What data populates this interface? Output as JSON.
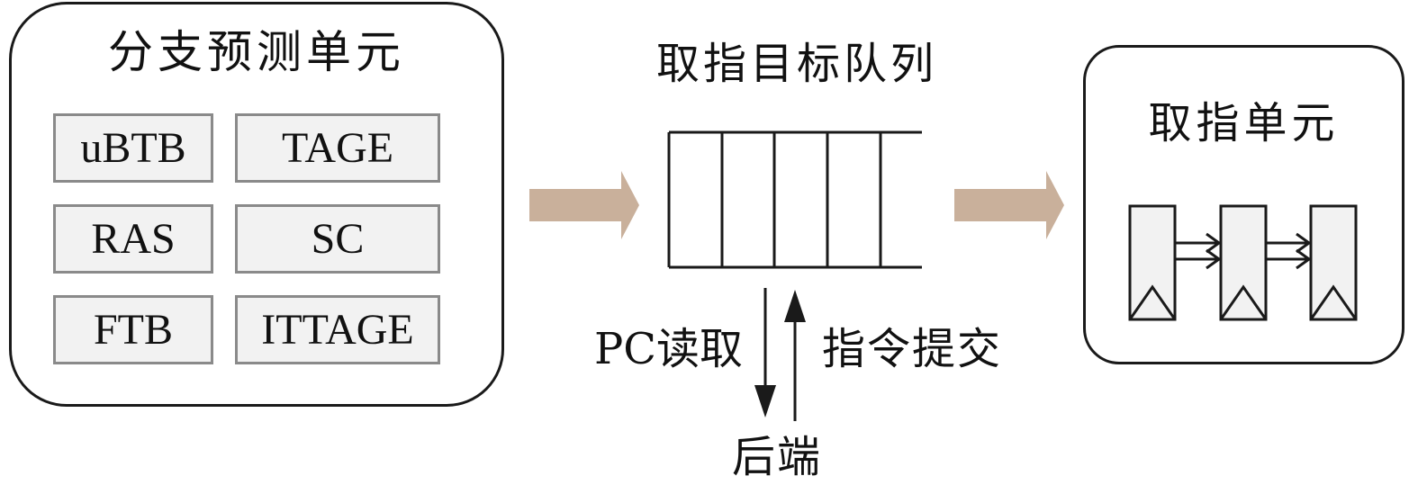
{
  "bpu": {
    "title": "分支预测单元",
    "cells": [
      "uBTB",
      "TAGE",
      "RAS",
      "SC",
      "FTB",
      "ITTAGE"
    ]
  },
  "ftq": {
    "title": "取指目标队列"
  },
  "ifu": {
    "title": "取指单元"
  },
  "backend": {
    "label": "后端",
    "pc_read_label": "PC读取",
    "commit_label": "指令提交"
  },
  "colors": {
    "flow_arrow": "#c9b09b",
    "outline": "#1a1a1a",
    "cell_fill": "#f2f2f2",
    "cell_border": "#8a8a8a"
  }
}
